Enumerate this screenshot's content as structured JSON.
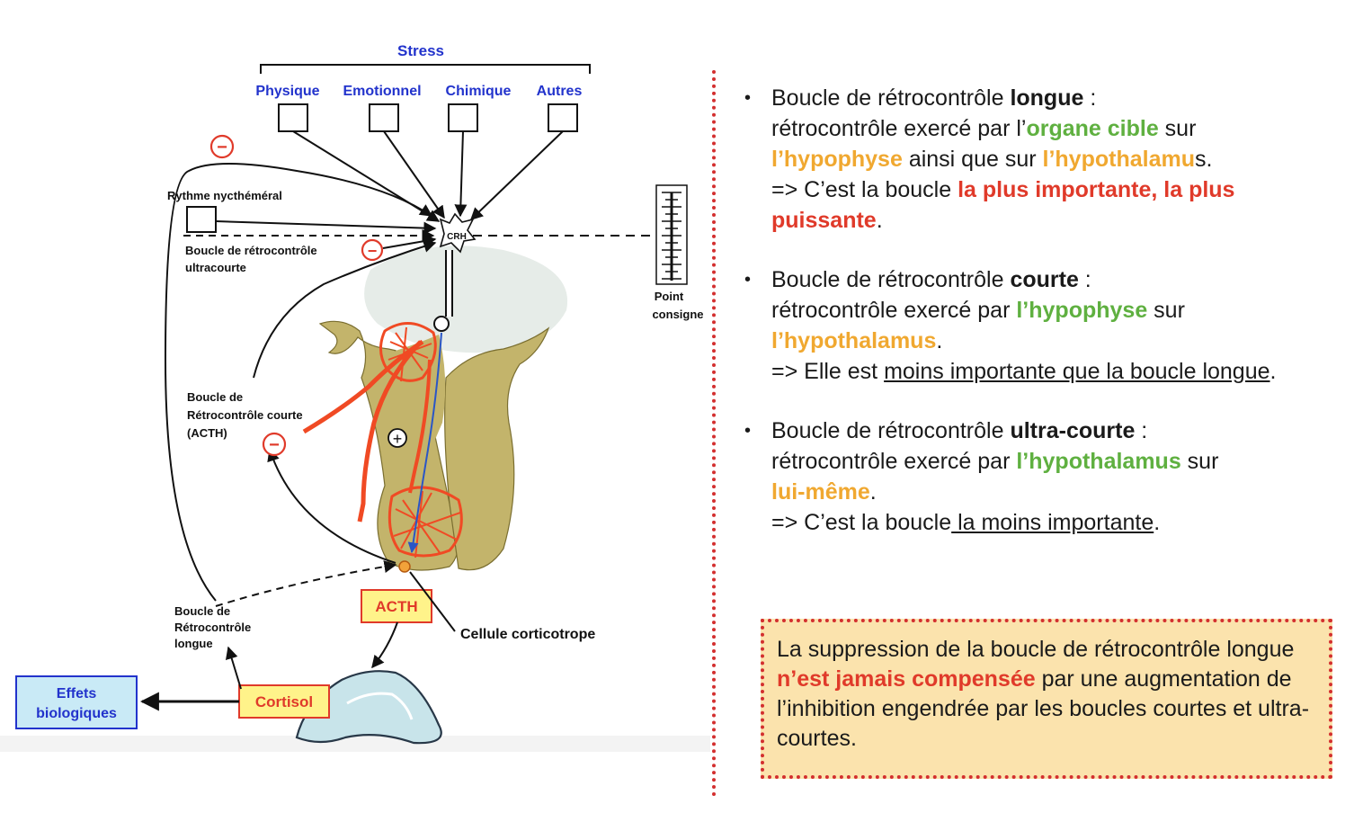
{
  "diagram": {
    "stress_title": "Stress",
    "stress_types": [
      "Physique",
      "Emotionnel",
      "Chimique",
      "Autres"
    ],
    "rythme": "Rythme nycthéméral",
    "ultra_label": [
      "Boucle de rétrocontrôle",
      "ultracourte"
    ],
    "courte_label": [
      "Boucle de",
      "Rétrocontrôle courte",
      "(ACTH)"
    ],
    "longue_label": [
      "Boucle de",
      "Rétrocontrôle",
      "longue"
    ],
    "crh": "CRH",
    "point_consigne": [
      "Point",
      "consigne"
    ],
    "acth": "ACTH",
    "cortisol": "Cortisol",
    "effets": [
      "Effets",
      "biologiques"
    ],
    "cellule": "Cellule corticotrope",
    "minus": "−",
    "plus": "+"
  },
  "bullets": {
    "b1": {
      "l1_pre": "Boucle de rétrocontrôle ",
      "l1_bold": "longue",
      "l1_post": " :",
      "l2_pre": "rétrocontrôle exercé par l’",
      "l2_green": "organe cible",
      "l2_post": " sur",
      "l3_o1": "l’hypophyse",
      "l3_mid": " ainsi que sur ",
      "l3_o2": "l’hypothalamu",
      "l3_post": "s.",
      "l4_pre": "=> C’est la boucle ",
      "l4_red": "la plus importante, la plus puissante",
      "l4_post": "."
    },
    "b2": {
      "l1_pre": "Boucle de rétrocontrôle ",
      "l1_bold": "courte",
      "l1_post": " :",
      "l2_pre": "rétrocontrôle exercé par ",
      "l2_green": "l’hypophyse",
      "l2_post": " sur",
      "l3_orange": "l’hypothalamus",
      "l3_post": ".",
      "l4_pre": "=> Elle est ",
      "l4_u": "moins importante que la boucle longue",
      "l4_post": "."
    },
    "b3": {
      "l1_pre": "Boucle de rétrocontrôle ",
      "l1_bold": "ultra-courte",
      "l1_post": " :",
      "l2_pre": "rétrocontrôle exercé par ",
      "l2_green": "l’hypothalamus",
      "l2_post": " sur",
      "l3_orange": "lui-même",
      "l3_post": ".",
      "l4_pre": "=> C’est la boucle",
      "l4_u": " la moins importante",
      "l4_post": "."
    }
  },
  "note": {
    "pre": "La suppression de la boucle de rétrocontrôle longue ",
    "red": "n’est jamais compensée",
    "post": " par une augmentation de l’inhibition engendrée par les boucles courtes et ultra-courtes."
  },
  "colors": {
    "accent_red": "#e03a2a",
    "green": "#5fb040",
    "orange": "#f0a830",
    "blue_labels": "#2233cc",
    "note_bg": "#fbe3ad"
  }
}
